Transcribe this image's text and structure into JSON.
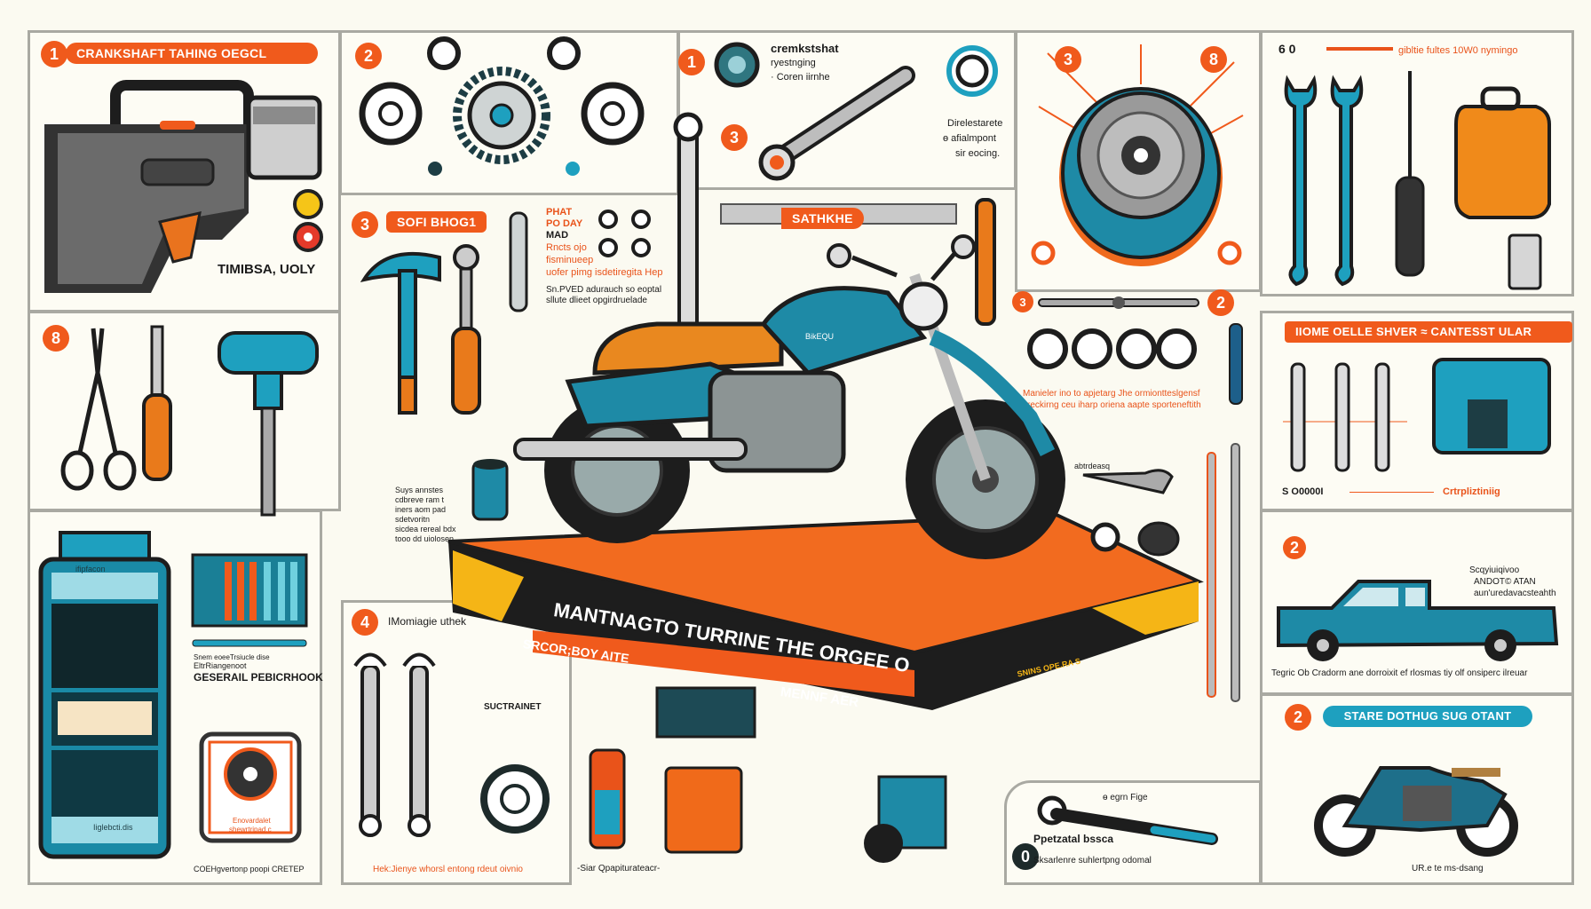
{
  "colors": {
    "accent": "#f05a1c",
    "teal": "#1ea0bf",
    "dark": "#1d2a2a",
    "background": "#fbfaf1",
    "yellow": "#f5b516"
  },
  "panel1": {
    "step": "1",
    "banner": "CRANKSHAFT TAHING OEGCL",
    "caption": "TIMIBSA, UOLY",
    "icon": "impact-gun-icon"
  },
  "panel2": {
    "step": "2",
    "icon": "gear-icon"
  },
  "panel3": {
    "step_a": "1",
    "step_b": "3",
    "title_lines": [
      "cremkstshat",
      "ryestnging",
      "· Coren iirnhe"
    ],
    "note_lines": [
      "Direlestarete",
      "ɵ afialmpont",
      "sir eocing."
    ],
    "saw_label": "SATHKHE"
  },
  "panel_step3": {
    "step": "3",
    "banner": "SOFI BHOG1",
    "red_lines": [
      "PHAT",
      "PO DAY",
      "MAD",
      "Rncts ojo",
      "fisminueep",
      "uofer pimg isdetiregita Hep"
    ],
    "dark_lines": [
      "Sn.PVED adurauch so eoptal",
      "sllute dlieet opgirdruelade"
    ]
  },
  "panel_wheel": {
    "step_a": "3",
    "step_b": "8"
  },
  "panel_topright": {
    "header_num": "6 0",
    "header_text": "gibltie fultes 10W0 nymingo"
  },
  "panel_rod": {
    "step_a": "3",
    "step_b": "2",
    "note_lines": [
      "Manieler ino to apjetarg Jhe ormiontteslgensf",
      "sreckirng ceu iharp oriena aapte sporteneftith"
    ]
  },
  "panel_wrench_set": {
    "banner": "IIOME OELLE SHVER ≈ CANTESST ULAR",
    "left_label": "S O0000I",
    "right_label": "Crtrpliztiniig"
  },
  "panel_truck": {
    "step": "2",
    "note_lines": [
      "Scqyiuiqivoo",
      "ANDOT© ATAN",
      "aun'uredavacsteahth"
    ],
    "caption": "Tegric Ob Cradorm ane dorroixit ef rlosmas tiy olf onsiperc ilreuar"
  },
  "panel_bike": {
    "step": "2",
    "banner": "STARE DOTHUG SUG OTANT",
    "caption": "UR.e te ms-dsang"
  },
  "panel_left8": {
    "step": "8"
  },
  "panel_left_bottom": {
    "cabinet_top": "ifipfacon",
    "cabinet_bottom": "Iiglebcti.dis",
    "small_lines": [
      "Snem eoeeTrsiucle dise",
      "EltrRiangenoot"
    ],
    "heading": "GESERAIL PEBICRHOOK",
    "box_lines": [
      "Enovardalet",
      "shewrtripad.c"
    ],
    "footer": "COEHgvertonp poopi CRETEP"
  },
  "panel_step4": {
    "step": "4",
    "label": "IMomiagie uthek",
    "bold_label": "SUCTRAINET",
    "footer": "Hek:Jienye whorsl entong rdeut oivnio"
  },
  "center": {
    "small_lines": [
      "Suys annstes",
      "cdbreve ram t",
      "iners aom pad",
      "sdetvoritn",
      "sicdea rereal bdx",
      "tooo dd uiolosen"
    ],
    "platform_main": "MANTNAGTO TURRINE THE ORGEE O",
    "platform_sub": "SRCOR;BOY AITE",
    "platform_sub2": "MENNF AER",
    "platform_corner": "SNINS OPE.RA S",
    "brake_label": "abtrdeasq",
    "tank_brand": "BikEQU",
    "bottom_caption": "-Siar Qpapiturateacr-"
  },
  "bottom_box": {
    "step": "0",
    "top_label": "ɵ egrn Fige",
    "title": "Ppetzatal bssca",
    "caption": "Sksarlenre suhlertpng odomal"
  }
}
